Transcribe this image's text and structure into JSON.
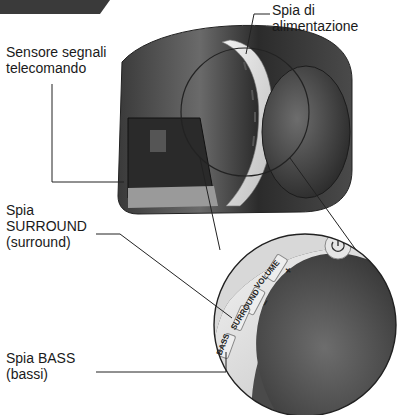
{
  "diagram": {
    "labels": [
      "Spia di alimentazione",
      "Sensore segnali telecomando",
      "Spia SURROUND (surround)",
      "BASS",
      "SURROUND",
      "VOLUME",
      "–",
      "+",
      "Spia BASS (bassi)"
    ]
  }
}
